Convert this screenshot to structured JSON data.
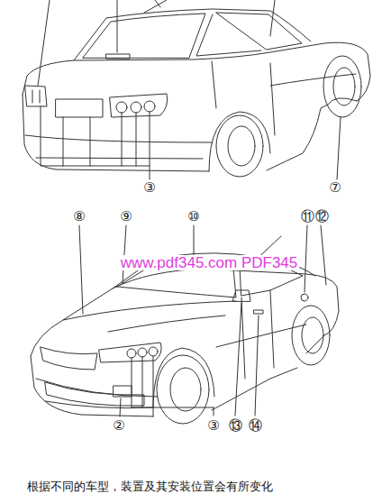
{
  "diagram": {
    "caption": "根据不同的车型，装置及其安装位置会有所变化",
    "labels": [
      "③",
      "⑦",
      "⑧",
      "⑨",
      "⑩",
      "⑪",
      "⑫",
      "②",
      "③",
      "⑬",
      "⑭",
      "www.pdf345.com PDF345"
    ]
  }
}
